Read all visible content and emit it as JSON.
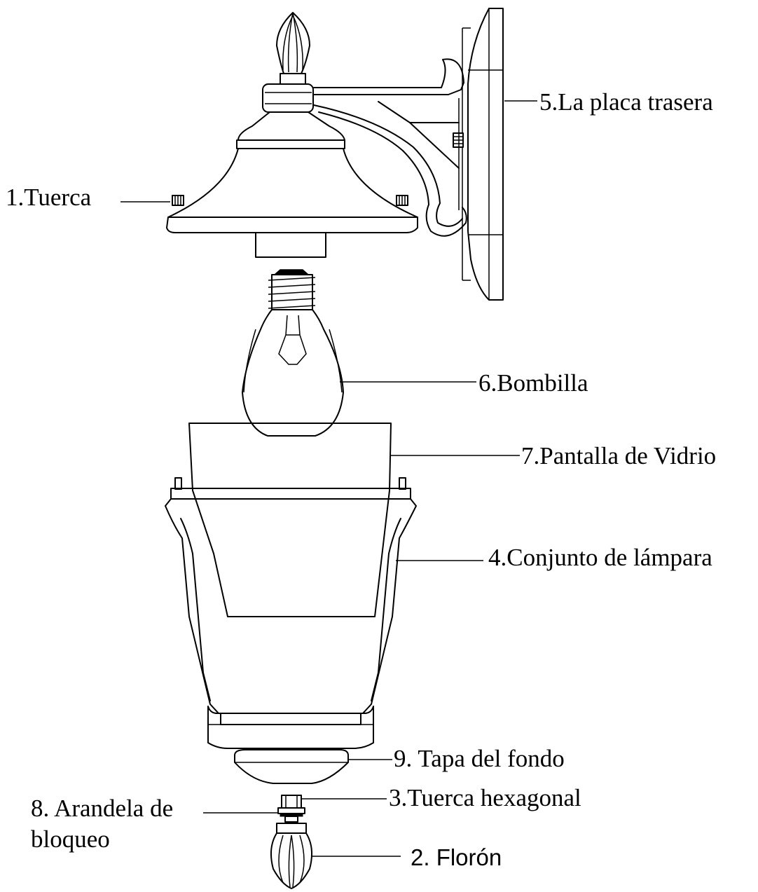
{
  "labels": {
    "tuerca": "1.Tuerca",
    "floron": "2. Florón",
    "tuerca_hexagonal": "3.Tuerca hexagonal",
    "conjunto_lampara": "4.Conjunto de lámpara",
    "placa_trasera": "5.La placa trasera",
    "bombilla": "6.Bombilla",
    "pantalla_vidrio": "7.Pantalla de Vidrio",
    "arandela_line1": "8. Arandela de",
    "arandela_line2": "bloqueo",
    "tapa_fondo": "9. Tapa del fondo"
  }
}
